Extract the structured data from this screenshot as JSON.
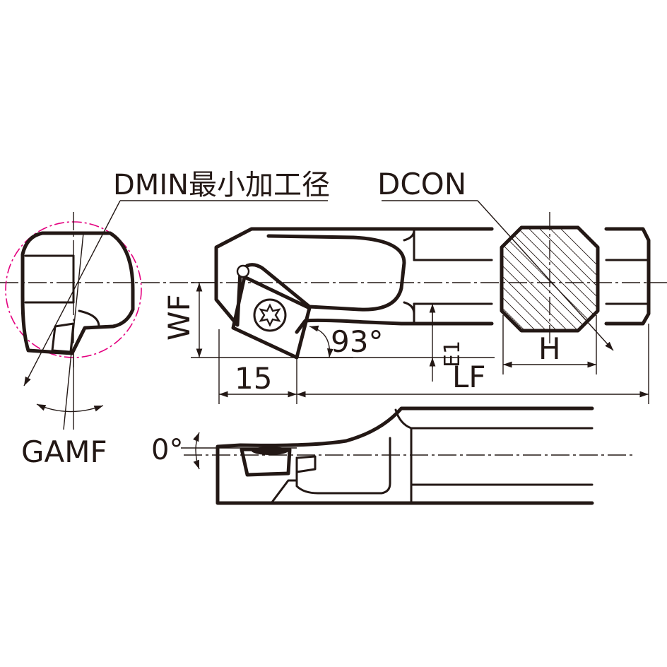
{
  "labels": {
    "dmin": "DMIN最小加工径",
    "dcon": "DCON",
    "wf": "WF",
    "angle_93": "93°",
    "dim_15": "15",
    "e1": "E1",
    "lf": "LF",
    "h": "H",
    "gamf": "GAMF",
    "angle_0": "0°"
  },
  "colors": {
    "line": "#231815",
    "dmin_circle": "#e4007f",
    "background": "#ffffff"
  }
}
